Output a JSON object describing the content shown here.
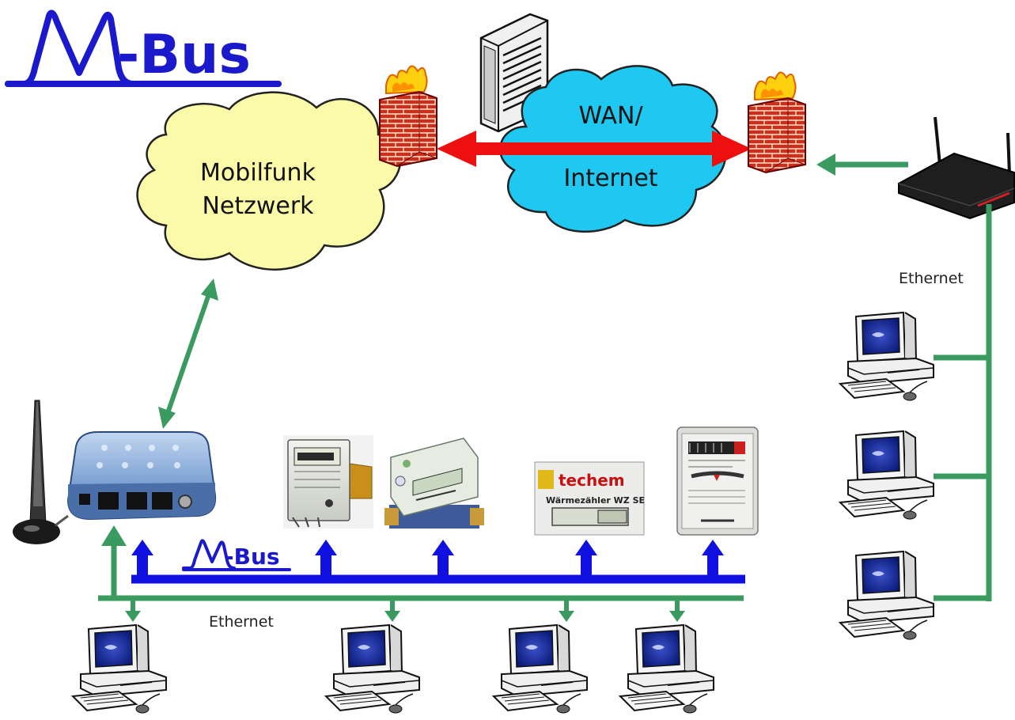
{
  "logo": {
    "mark": "M",
    "text": "-Bus",
    "color": "#1a1acc"
  },
  "logo_small": {
    "mark": "M",
    "text": "-Bus"
  },
  "clouds": {
    "mobile": {
      "line1": "Mobilfunk",
      "line2": "Netzwerk"
    },
    "wan": {
      "line1": "WAN/",
      "line2": "Internet"
    }
  },
  "labels": {
    "ethernet_right": "Ethernet",
    "ethernet_bottom": "Ethernet"
  },
  "meters": {
    "techem_brand": "techem",
    "techem_caption": "Wärmezähler WZ SE"
  },
  "colors": {
    "mbus_blue": "#1010e0",
    "ethernet_green": "#3a9a60",
    "wan_red": "#ee1010",
    "mobile_cloud": "#fafaa8",
    "wan_cloud": "#1ec8f0"
  },
  "icons": [
    "server-icon",
    "firewall-icon",
    "router-icon",
    "gateway-icon",
    "antenna-icon",
    "computer-icon",
    "meter-icon"
  ]
}
